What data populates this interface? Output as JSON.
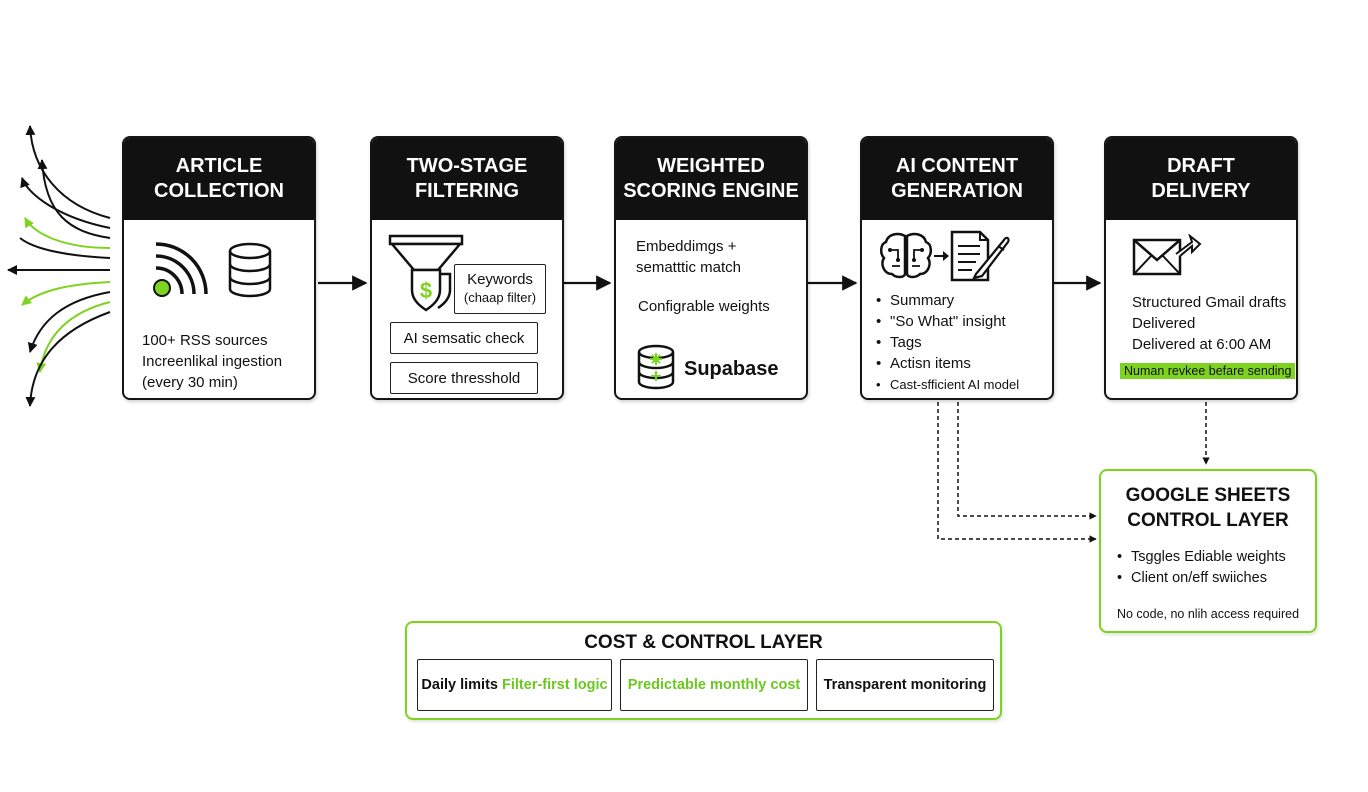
{
  "stages": {
    "article_collection": {
      "title": [
        "ARTICLE",
        "COLLECTION"
      ],
      "lines": [
        "100+ RSS sources",
        "Increenlikal ingestion",
        "(every 30 min)"
      ]
    },
    "two_stage_filtering": {
      "title": [
        "TWO-STAGE",
        "FILTERING"
      ],
      "keywords": "Keywords",
      "keywords_sub": "(chaap filter)",
      "ai_check": "AI semsatic check",
      "threshold": "Score thresshold",
      "dollar": "$"
    },
    "weighted_scoring": {
      "title": [
        "WEIGHTED",
        "SCORING ENGINE"
      ],
      "lines": [
        "Embeddimgs +",
        "sematttic match"
      ],
      "weights": "Configrable weights",
      "db_label": "Supabase"
    },
    "ai_content": {
      "title": [
        "AI CONTENT",
        "GENERATION"
      ],
      "bullets": [
        "Summary",
        "\"So What\" insight",
        "Tags",
        "Actisn items",
        "Cast-sfficient AI model"
      ]
    },
    "draft_delivery": {
      "title": [
        "DRAFT",
        "DELIVERY"
      ],
      "lines": [
        "Structured Gmail drafts",
        "Delivered",
        "Delivered at 6:00 AM"
      ],
      "highlight": "Numan revkee befare sending"
    }
  },
  "google_sheets": {
    "title": [
      "GOOGLE SHEETS",
      "CONTROL LAYER"
    ],
    "bullets": [
      "Tsggles Ediable weights",
      "Client on/eff swiiches"
    ],
    "footer": "No code, no nlih access required"
  },
  "cost_control": {
    "title": "COST & CONTROL LAYER",
    "cell1_a": "Daily limits",
    "cell1_b": "Filter-first logic",
    "cell2": "Predictable monthly cost",
    "cell3": "Transparent monitoring"
  },
  "colors": {
    "accent": "#7ed321",
    "dark": "#111111",
    "highlight": "#7ed321"
  }
}
